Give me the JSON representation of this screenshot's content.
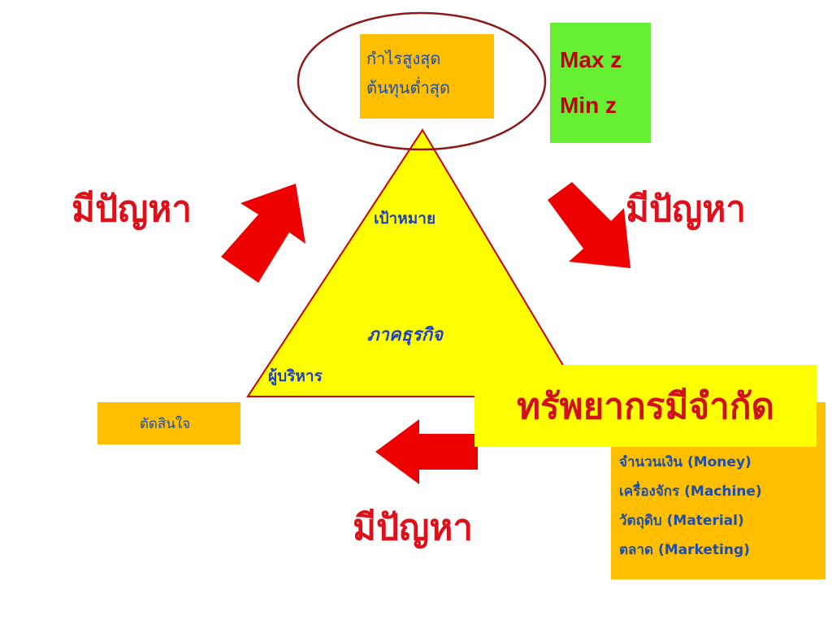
{
  "goal": {
    "max_profit": "กำไรสูงสุด",
    "min_cost": "ต้นทุนต่ำสุด"
  },
  "objective": {
    "max": "Max z",
    "min": "Min z"
  },
  "problem_label": "มีปัญหา",
  "triangle": {
    "top_label": "เป้าหมาย",
    "center_label": "ภาคธุรกิจ",
    "left_label": "ผู้บริหาร"
  },
  "decision": "ตัดสินใจ",
  "limited_resources": "ทรัพยากรมีจำกัด",
  "resources": [
    "จำนวนเงิน (Money)",
    "เครื่องจักร (Machine)",
    "วัตถุดิบ (Material)",
    "ตลาด (Marketing)"
  ],
  "colors": {
    "arrow": "#EE0000",
    "triangle_fill": "#FFFF00",
    "triangle_stroke": "#CC0000",
    "box": "#FFBF00",
    "objective_box": "#66EE33"
  }
}
